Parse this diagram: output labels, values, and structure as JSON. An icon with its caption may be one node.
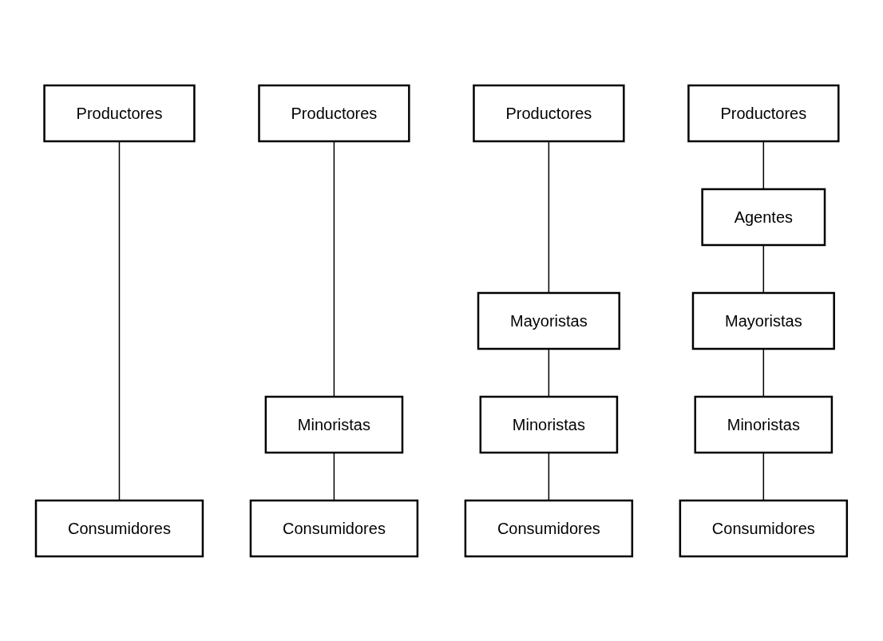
{
  "diagram": {
    "nodes": [
      {
        "text": [
          "Productores"
        ]
      },
      {
        "text": [
          "Consumidores"
        ]
      },
      {
        "text": [
          "Productores"
        ]
      },
      {
        "text": [
          "Minoristas"
        ]
      },
      {
        "text": [
          "Consumidores"
        ]
      },
      {
        "text": [
          "Productores"
        ]
      },
      {
        "text": [
          "Mayoristas"
        ]
      },
      {
        "text": [
          "Minoristas"
        ]
      },
      {
        "text": [
          "Consumidores"
        ]
      },
      {
        "text": [
          "Productores"
        ]
      },
      {
        "text": [
          "Agentes"
        ]
      },
      {
        "text": [
          "Mayoristas"
        ]
      },
      {
        "text": [
          "Minoristas"
        ]
      },
      {
        "text": [
          "Consumidores"
        ]
      }
    ],
    "edges": [
      {
        "from": 0,
        "to": 1,
        "arrow": "none"
      },
      {
        "from": 2,
        "to": 3,
        "arrow": "none"
      },
      {
        "from": 3,
        "to": 4,
        "arrow": "none"
      },
      {
        "from": 5,
        "to": 6,
        "arrow": "none"
      },
      {
        "from": 6,
        "to": 7,
        "arrow": "none"
      },
      {
        "from": 7,
        "to": 8,
        "arrow": "none"
      },
      {
        "from": 9,
        "to": 10,
        "arrow": "none"
      },
      {
        "from": 10,
        "to": 11,
        "arrow": "none"
      },
      {
        "from": 11,
        "to": 12,
        "arrow": "none"
      },
      {
        "from": 12,
        "to": 13,
        "arrow": "none"
      }
    ]
  }
}
